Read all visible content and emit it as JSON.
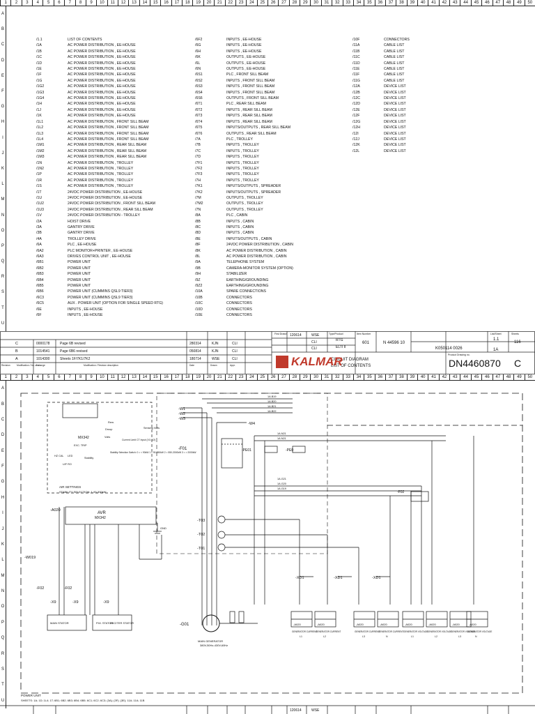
{
  "columns": [
    "1",
    "2",
    "3",
    "4",
    "5",
    "6",
    "7",
    "8",
    "9",
    "10",
    "11",
    "12",
    "13",
    "14",
    "15",
    "16",
    "17",
    "18",
    "19",
    "20",
    "21",
    "22",
    "23",
    "24",
    "25",
    "26",
    "27",
    "28",
    "29",
    "30",
    "31",
    "32",
    "33",
    "34",
    "35",
    "36",
    "37",
    "38",
    "39",
    "40",
    "41",
    "42",
    "43",
    "44",
    "45",
    "46",
    "47",
    "48",
    "49",
    "50"
  ],
  "rows": [
    "A",
    "B",
    "C",
    "D",
    "E",
    "F",
    "G",
    "H",
    "I",
    "J",
    "K",
    "L",
    "M",
    "N",
    "O",
    "P",
    "Q",
    "R",
    "S",
    "T",
    "U"
  ],
  "toc": {
    "col1": [
      [
        "/1.1",
        "LIST OF CONTENTS"
      ],
      [
        "/1A",
        "AC POWER DISTRIBUTION , EE-HOUSE"
      ],
      [
        "/1B",
        "AC POWER DISTRIBUTION , EE-HOUSE"
      ],
      [
        "/1C",
        "AC POWER DISTRIBUTION , EE-HOUSE"
      ],
      [
        "/1D",
        "AC POWER DISTRIBUTION , EE-HOUSE"
      ],
      [
        "/1E",
        "AC POWER DISTRIBUTION , EE-HOUSE"
      ],
      [
        "/1F",
        "AC POWER DISTRIBUTION , EE-HOUSE"
      ],
      [
        "/1G",
        "AC POWER DISTRIBUTION , EE-HOUSE"
      ],
      [
        "/1G2",
        "AC POWER DISTRIBUTION , EE-HOUSE"
      ],
      [
        "/1G3",
        "AC POWER DISTRIBUTION , EE-HOUSE"
      ],
      [
        "/1G4",
        "AC POWER DISTRIBUTION , EE-HOUSE"
      ],
      [
        "/1H",
        "AC POWER DISTRIBUTION , EE-HOUSE"
      ],
      [
        "/1J",
        "AC POWER DISTRIBUTION , EE-HOUSE"
      ],
      [
        "/1K",
        "AC POWER DISTRIBUTION , EE-HOUSE"
      ],
      [
        "/1L1",
        "AC POWER DISTRIBUTION , FRONT SILL BEAM"
      ],
      [
        "/1L2",
        "AC POWER DISTRIBUTION , FRONT SILL BEAM"
      ],
      [
        "/1L3",
        "AC POWER DISTRIBUTION , FRONT SILL BEAM"
      ],
      [
        "/1L4",
        "AC POWER DISTRIBUTION , FRONT SILL BEAM"
      ],
      [
        "/1M1",
        "AC POWER DISTRIBUTION , REAR SILL BEAM"
      ],
      [
        "/1M2",
        "AC POWER DISTRIBUTION , REAR SILL BEAM"
      ],
      [
        "/1M3",
        "AC POWER DISTRIBUTION , REAR SILL BEAM"
      ],
      [
        "/1N",
        "AC POWER DISTRIBUTION , TROLLEY"
      ],
      [
        "/1N2",
        "AC POWER DISTRIBUTION , TROLLEY"
      ],
      [
        "/1P",
        "AC POWER DISTRIBUTION , TROLLEY"
      ],
      [
        "/1R",
        "AC POWER DISTRIBUTION , TROLLEY"
      ],
      [
        "/1S",
        "AC POWER DISTRIBUTION , TROLLEY"
      ],
      [
        "/1T",
        "24VDC POWER DISTRIBUTION , EE-HOUSE"
      ],
      [
        "/1U",
        "24VDC POWER DISTRIBUTION , EE-HOUSE"
      ],
      [
        "/1U2",
        "24VDC POWER DISTRIBUTION , FRONT SILL BEAM"
      ],
      [
        "/1U3",
        "24VDC POWER DISTRIBUTION , REAR SILL BEAM"
      ],
      [
        "/1V",
        "24VDC POWER DISTRIBUTION - TROLLEY"
      ],
      [
        "/2A",
        "HOIST DRIVE"
      ],
      [
        "/3A",
        "GANTRY DRIVE"
      ],
      [
        "/3B",
        "GANTRY DRIVE"
      ],
      [
        "/4A",
        "TROLLEY DRIVE"
      ],
      [
        "/6A",
        "PLC , EE-HOUSE"
      ],
      [
        "/6A2",
        "PLC MONITOR+PRINTER , EE-HOUSE"
      ],
      [
        "/6A3",
        "DRIVES CONTROL UNIT , EE-HOUSE"
      ],
      [
        "/6B1",
        "POWER UNIT"
      ],
      [
        "/6B2",
        "POWER UNIT"
      ],
      [
        "/6B3",
        "POWER UNIT"
      ],
      [
        "/6B4",
        "POWER UNIT"
      ],
      [
        "/6B5",
        "POWER UNIT"
      ],
      [
        "/6B6",
        "POWER UNIT (CUMMINS QSL9 TIER3)"
      ],
      [
        "/6C3",
        "POWER UNIT (CUMMINS QSL9 TIER3)"
      ],
      [
        "/6C5",
        "AUX . POWER UNIT (OPTION FOR SINGLE SPEED RTG)"
      ],
      [
        "/6E",
        "INPUTS , EE-HOUSE"
      ],
      [
        "/6F",
        "INPUTS , EE-HOUSE"
      ]
    ],
    "col2": [
      [
        "/6F2",
        "INPUTS , EE-HOUSE"
      ],
      [
        "/6G",
        "INPUTS , EE-HOUSE"
      ],
      [
        "/6H",
        "INPUTS , EE-HOUSE"
      ],
      [
        "/6K",
        "OUTPUTS , EE-HOUSE"
      ],
      [
        "/6L",
        "OUTPUTS , EE-HOUSE"
      ],
      [
        "/6N",
        "OUTPUTS , EE-HOUSE"
      ],
      [
        "/6S1",
        "PLC , FRONT SILL BEAM"
      ],
      [
        "/6S2",
        "INPUTS , FRONT SILL BEAM"
      ],
      [
        "/6S3",
        "INPUTS , FRONT SILL BEAM"
      ],
      [
        "/6S4",
        "INPUTS , FRONT SILL BEAM"
      ],
      [
        "/6S6",
        "OUTPUTS , FRONT SILL BEAM"
      ],
      [
        "/6T1",
        "PLC , REAR SILL BEAM"
      ],
      [
        "/6T2",
        "INPUTS , REAR SILL BEAM"
      ],
      [
        "/6T3",
        "INPUTS , REAR SILL BEAM"
      ],
      [
        "/6T4",
        "INPUTS , REAR SILL BEAM"
      ],
      [
        "/6T5",
        "INPUTS/OUTPUTS , REAR SILL BEAM"
      ],
      [
        "/6T6",
        "OUTPUTS , REAR SILL BEAM"
      ],
      [
        "/7A",
        "PLC , TROLLEY"
      ],
      [
        "/7B",
        "INPUTS , TROLLEY"
      ],
      [
        "/7C",
        "INPUTS , TROLLEY"
      ],
      [
        "/7D",
        "INPUTS , TROLLEY"
      ],
      [
        "/7F1",
        "INPUTS , TROLLEY"
      ],
      [
        "/7F2",
        "INPUTS , TROLLEY"
      ],
      [
        "/7F3",
        "INPUTS , TROLLEY"
      ],
      [
        "/7H",
        "INPUTS , TROLLEY"
      ],
      [
        "/7K1",
        "INPUTS/OUTPUTS , SPREADER"
      ],
      [
        "/7K2",
        "INPUTS/OUTPUTS , SPREADER"
      ],
      [
        "/7M",
        "OUTPUTS , TROLLEY"
      ],
      [
        "/7M2",
        "OUTPUTS , TROLLEY"
      ],
      [
        "/7N",
        "OUTPUTS , TROLLEY"
      ],
      [
        "/8A",
        "PLC , CABIN"
      ],
      [
        "/8B",
        "INPUTS , CABIN"
      ],
      [
        "/8C",
        "INPUTS , CABIN"
      ],
      [
        "/8D",
        "INPUTS , CABIN"
      ],
      [
        "/8E",
        "INPUTS/OUTPUTS , CABIN"
      ],
      [
        "/8F",
        "24VDC POWER DISTRIBUTION , CABIN"
      ],
      [
        "/8K",
        "AC POWER DISTRIBUTION , CABIN"
      ],
      [
        "/8L",
        "AC POWER DISTRIBUTION , CABIN"
      ],
      [
        "/9A",
        "TELEPHONE SYSTEM"
      ],
      [
        "/9B",
        "CAMERA-MONITOR SYSTEM (OPTION)"
      ],
      [
        "/9H",
        "STABILIZER"
      ],
      [
        "/9Z",
        "EARTHING/GROUNDING"
      ],
      [
        "/9Z2",
        "EARTHING/GROUNDING"
      ],
      [
        "/10A",
        "SPARE CONNECTIONS"
      ],
      [
        "/10B",
        "CONNECTORS"
      ],
      [
        "/10C",
        "CONNECTORS"
      ],
      [
        "/10D",
        "CONNECTORS"
      ],
      [
        "/10E",
        "CONNECTORS"
      ]
    ],
    "col3": [
      [
        "/10F",
        "CONNECTORS"
      ],
      [
        "/11A",
        "CABLE LIST"
      ],
      [
        "/11B",
        "CABLE LIST"
      ],
      [
        "/11C",
        "CABLE LIST"
      ],
      [
        "/11D",
        "CABLE LIST"
      ],
      [
        "/11E",
        "CABLE LIST"
      ],
      [
        "/11F",
        "CABLE LIST"
      ],
      [
        "/11G",
        "CABLE LIST"
      ],
      [
        "/12A",
        "DEVICE LIST"
      ],
      [
        "/12B",
        "DEVICE LIST"
      ],
      [
        "/12C",
        "DEVICE LIST"
      ],
      [
        "/12D",
        "DEVICE LIST"
      ],
      [
        "/12E",
        "DEVICE LIST"
      ],
      [
        "/12F",
        "DEVICE LIST"
      ],
      [
        "/12G",
        "DEVICE LIST"
      ],
      [
        "/12H",
        "DEVICE LIST"
      ],
      [
        "/12I",
        "DEVICE LIST"
      ],
      [
        "/12J",
        "DEVICE LIST"
      ],
      [
        "/12K",
        "DEVICE LIST"
      ],
      [
        "/12L",
        "DEVICE LIST"
      ]
    ]
  },
  "revisions": [
    {
      "rev": "C",
      "change": "0000178",
      "desc": "Page 6B revised",
      "date": "280314",
      "drawn": "KJN",
      "appr": "CLI"
    },
    {
      "rev": "B",
      "change": "1014541",
      "desc": "Page 6B6 revised",
      "date": "050814",
      "drawn": "KJN",
      "appr": "CLI"
    },
    {
      "rev": "A",
      "change": "1014300",
      "desc": "Sheets 1F/7K1/7K2",
      "date": "180714",
      "drawn": "WSE",
      "appr": "CLI"
    }
  ],
  "revision_headers": [
    "Revision",
    "Modification / No. of change",
    "Ins",
    "Modification / Revision description",
    "Date",
    "Drawn",
    "Appr."
  ],
  "title_block": {
    "first_drawn_label": "First Drawn",
    "first_drawn_date": "120614",
    "first_drawn_by": "WSE",
    "checked": "CLI",
    "approved": "CLI",
    "type_label": "Type/Product",
    "type": "RTG",
    "product": "ELTI II",
    "item_label": "Item Number",
    "item": "601",
    "lifting": "N 44596 10",
    "ref_no": "K050114 0026",
    "list_sheet_label": "List/Sheet",
    "list_sheet": "1.1",
    "sheets_label": "Sheets",
    "sheets": "116",
    "sheet_code": "1A",
    "title1": "CIRCUIT DIAGRAM",
    "title2": "LIST OF CONTENTS",
    "drawing_no_label": "Product Drawing no.",
    "drawing_no": "DN4460870",
    "rev": "C",
    "logo": "KALMAR"
  },
  "diagram": {
    "avr_module": "MX342",
    "avr_label": "AVR",
    "avr_model": "MX342",
    "avr_ref": "-A020",
    "air_settings": "AIR SETTINGS",
    "stability": "STABILITY SELECTION: 1-90-300kW",
    "legend": [
      "Sensing Volts",
      "Current Limit CT Input (V1/ V2)",
      "Stability Selection Switch: 0 = < 90kW 1 = 90-550kW 2 = 550-2000kW 3 = > 2000kW"
    ],
    "labels": [
      "Rem.",
      "Droop",
      "Volts",
      "EXC. TRIP",
      "Stability",
      "HZ CAL",
      "LED",
      "U/F RO"
    ],
    "feeders": [
      "-W1",
      "-W2",
      "-W3",
      "-W4"
    ],
    "breaker": "-F01",
    "pe_ref": "-PE01",
    "pe_ref2": "-PE0",
    "tags_a": [
      "1A.B19",
      "1A.B20",
      "1A.B21",
      "1A.B22"
    ],
    "tags_b": [
      "1A.N21",
      "1A.N21",
      "1A.G21",
      "1A.G20",
      "1A.G19"
    ],
    "ct_refs": [
      "-T03",
      "-T02",
      "-T01"
    ],
    "w019": "-W019",
    "fuse_refs": [
      "-F02",
      "-F02"
    ],
    "xd_refs": [
      "-XD1",
      "-XD1",
      "-XD1"
    ],
    "x9": [
      "-X9",
      "-X9",
      "-X9"
    ],
    "stators": [
      "MAIN STATOR",
      "P.M. STATOR",
      "EXCITER STATOR"
    ],
    "g01": "-G01",
    "main_generator": "MAIN GENERATOR",
    "gen_spec": "380V,50Hz-430V,60Hz",
    "ground": "GND",
    "terminal_boxes": [
      {
        "top": "-A020",
        "sub": "GENERATOR CURRENT",
        "phase": "L1"
      },
      {
        "top": "-A020",
        "sub": "GENERATOR CURRENT",
        "phase": "L2"
      },
      {
        "top": "-A020",
        "sub": "GENERATOR CURRENT",
        "phase": "L3"
      },
      {
        "top": "-A020",
        "sub": "GENERATOR CURRENT",
        "phase": "N"
      },
      {
        "top": "-A020",
        "sub": "GENERATOR VOLTAGE",
        "phase": "L1"
      },
      {
        "top": "-A020",
        "sub": "GENERATOR VOLTAGE",
        "phase": "L2"
      },
      {
        "top": "-A020",
        "sub": "GENERATOR VOLTAGE",
        "phase": "L3"
      },
      {
        "top": "-A020",
        "sub": "GENERATOR VOLTAGE",
        "phase": "N"
      }
    ],
    "footer1": "POWER UNIT",
    "footer2": "SHEETS: 1A; 1D; 1L4; 1T; 6B1; 6B2; 6B3; 6B4; 6B5; 6C1; 6C2; 6C3; (3A); (3F); (3E); 11A; 11A; 11B"
  }
}
